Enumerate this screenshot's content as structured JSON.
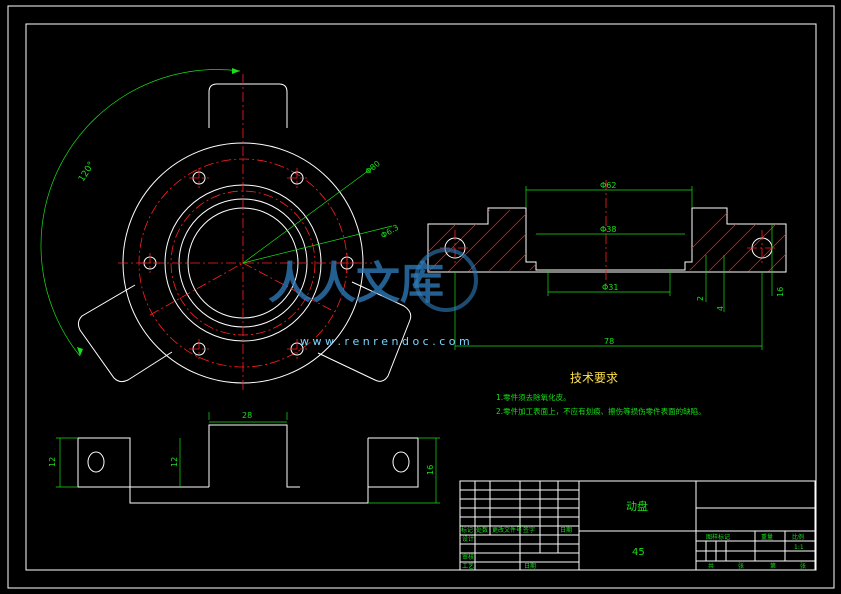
{
  "drawing": {
    "dimensions": {
      "angle": "120°",
      "bolt_circle": "Φ80",
      "hole": "Φ6.3",
      "top_width": "28",
      "left_height": "12",
      "center_height": "12",
      "right_height": "16",
      "outer_diameter": "Φ62",
      "inner_diameter": "Φ38",
      "bore_diameter": "Φ31",
      "step": "2",
      "step2": "4",
      "section_height": "16",
      "overall_length": "78"
    },
    "notes_title": "技术要求",
    "notes": [
      "1.零件须去除氧化皮。",
      "2.零件加工表面上，不应有划痕、擦伤等损伤零件表面的缺陷。"
    ],
    "title_block": {
      "part_name": "动盘",
      "material": "45",
      "header_labels": [
        "标记",
        "处数",
        "更改文件号",
        "签字",
        "日期"
      ],
      "left_labels": [
        "设计",
        "审核",
        "工艺",
        "日期"
      ],
      "right_labels": [
        "图样标记",
        "重量",
        "比例"
      ],
      "scale": "1:1",
      "sheet_labels": [
        "共",
        "张",
        "第",
        "张"
      ]
    },
    "watermark": {
      "text": "人人文库",
      "url": "w w w . r e n r e n d o c . c o m"
    },
    "colors": {
      "outline": "#ffffff",
      "centerline": "#ff2020",
      "dimension": "#18e018",
      "notes_title": "#ffe14a"
    }
  }
}
